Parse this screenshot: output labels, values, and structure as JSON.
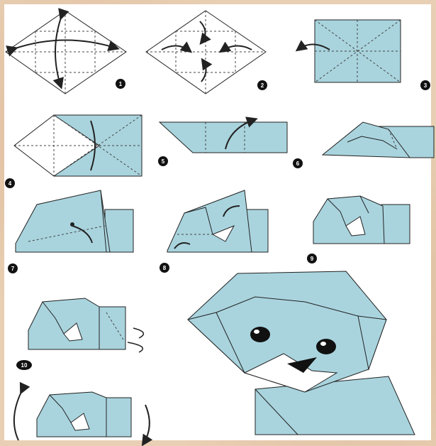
{
  "diagram": {
    "steps": [
      {
        "number": "1"
      },
      {
        "number": "2"
      },
      {
        "number": "3"
      },
      {
        "number": "4"
      },
      {
        "number": "5"
      },
      {
        "number": "6"
      },
      {
        "number": "7"
      },
      {
        "number": "8"
      },
      {
        "number": "9"
      },
      {
        "number": "10"
      }
    ],
    "colors": {
      "paper": "#a9d4de",
      "paper_dark": "#8fc3cf",
      "outline": "#2b2b2b",
      "fold_line": "#4a4a4a",
      "badge": "#111111",
      "background": "#e9cfb3"
    }
  }
}
